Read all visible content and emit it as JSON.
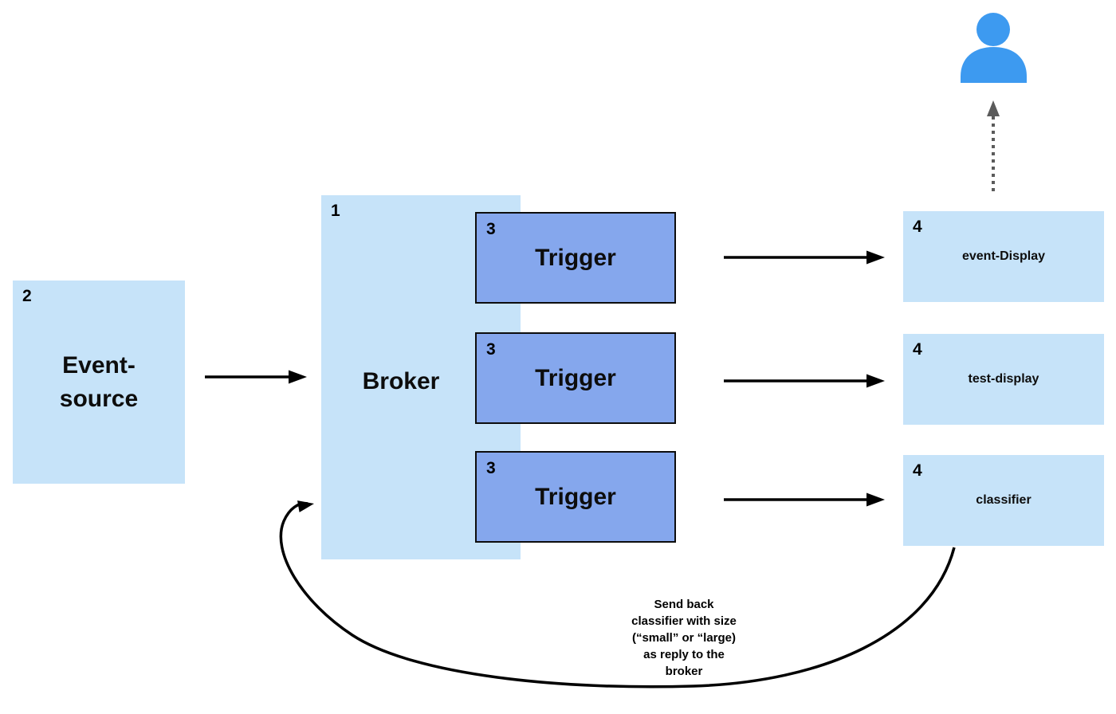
{
  "diagram": {
    "title": "Broker / Trigger eventing diagram",
    "nodes": {
      "event_source": {
        "badge": "2",
        "label": "Event-source",
        "lines": [
          "Event-",
          "source"
        ]
      },
      "broker": {
        "badge": "1",
        "label": "Broker"
      },
      "triggers": [
        {
          "badge": "3",
          "label": "Trigger"
        },
        {
          "badge": "3",
          "label": "Trigger"
        },
        {
          "badge": "3",
          "label": "Trigger"
        }
      ],
      "services": [
        {
          "badge": "4",
          "label": "event-Display"
        },
        {
          "badge": "4",
          "label": "test-display"
        },
        {
          "badge": "4",
          "label": "classifier"
        }
      ]
    },
    "annotations": {
      "reply_note": {
        "lines": [
          "Send back",
          "classifier with size",
          "(“small” or “large)",
          "as reply to the",
          "broker"
        ]
      }
    },
    "icons": {
      "person": "person-icon"
    },
    "colors": {
      "light_box": "#c6e3f9",
      "trigger_fill": "#85a7ed",
      "trigger_border": "#0d0d0d",
      "person_blue": "#3d9af0",
      "dashed_arrow_gray": "#5b5b5b",
      "arrow_black": "#000000",
      "background": "#ffffff"
    }
  }
}
